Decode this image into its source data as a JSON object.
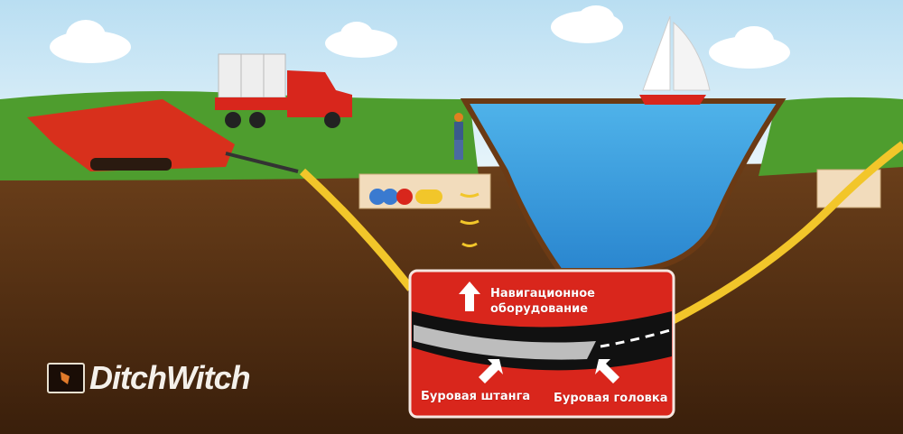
{
  "panel": {
    "navigation_label_line1": "Навигационное",
    "navigation_label_line2": "оборудование",
    "drill_rod_label": "Буровая штанга",
    "drill_head_label": "Буровая головка"
  },
  "logo": {
    "text": "DitchWitch"
  },
  "colors": {
    "sky": "#cfe8f5",
    "grass": "#4e9d2e",
    "soil": "#5a3516",
    "water": "#3aa0e0",
    "pipe": "#f2c62a",
    "panel": "#d9261c",
    "machine": "#d8301c"
  }
}
